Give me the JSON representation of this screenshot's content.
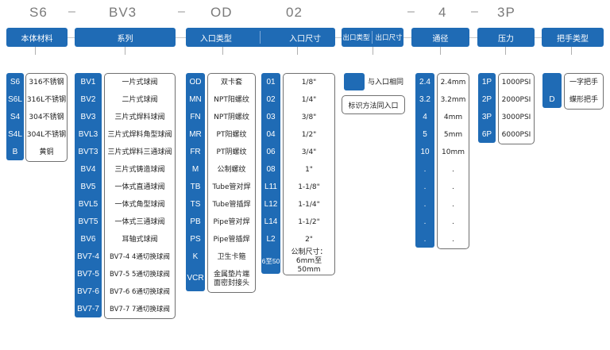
{
  "top_codes": [
    "S6",
    "BV3",
    "OD",
    "02",
    "4",
    "3P"
  ],
  "headers": {
    "body_material": "本体材料",
    "series": "系列",
    "inlet_type": "入口类型",
    "inlet_size": "入口尺寸",
    "outlet_type": "出口类型",
    "outlet_size": "出口尺寸",
    "bore": "通径",
    "pressure": "压力",
    "handle_type": "把手类型"
  },
  "material": {
    "codes": [
      "S6",
      "S6L",
      "S4",
      "S4L",
      "B"
    ],
    "descs": [
      "316不锈钢",
      "316L不锈钢",
      "304不锈钢",
      "304L不锈钢",
      "黄铜"
    ]
  },
  "series": {
    "codes": [
      "BV1",
      "BV2",
      "BV3",
      "BVL3",
      "BVT3",
      "BV4",
      "BV5",
      "BVL5",
      "BVT5",
      "BV6",
      "BV7-4",
      "BV7-5",
      "BV7-6",
      "BV7-7"
    ],
    "descs": [
      "一片式球阀",
      "二片式球阀",
      "三片式焊料球阀",
      "三片式焊料角型球阀",
      "三片式焊料三通球阀",
      "三片式铸造球阀",
      "一体式直通球阀",
      "一体式角型球阀",
      "一体式三通球阀",
      "耳轴式球阀",
      "BV7-4 4通切换球阀",
      "BV7-5 5通切换球阀",
      "BV7-6 6通切换球阀",
      "BV7-7 7通切换球阀"
    ]
  },
  "inlet_type": {
    "codes": [
      "OD",
      "MN",
      "FN",
      "MR",
      "FR",
      "M",
      "TB",
      "TS",
      "PB",
      "PS",
      "K",
      "VCR"
    ],
    "descs": [
      "双卡套",
      "NPT阳螺纹",
      "NPT阴螺纹",
      "PT阳螺纹",
      "PT阴螺纹",
      "公制螺纹",
      "Tube管对焊",
      "Tube管插焊",
      "Pipe管对焊",
      "Pipe管插焊",
      "卫生卡箍",
      "金属垫片端面密封接头"
    ]
  },
  "inlet_size": {
    "codes": [
      "01",
      "02",
      "03",
      "04",
      "06",
      "08",
      "L11",
      "L12",
      "L14",
      "L2",
      "6至50"
    ],
    "descs": [
      "1/8\"",
      "1/4\"",
      "3/8\"",
      "1/2\"",
      "3/4\"",
      "1\"",
      "1-1/8\"",
      "1-1/4\"",
      "1-1/2\"",
      "2\"",
      "公制尺寸：6mm至50mm"
    ]
  },
  "outlet": {
    "same_label": "与入口相同",
    "note": "标识方法同入口"
  },
  "bore": {
    "codes": [
      "2.4",
      "3.2",
      "4",
      "5",
      "10",
      ".",
      ".",
      ".",
      ".",
      "."
    ],
    "descs": [
      "2.4mm",
      "3.2mm",
      "4mm",
      "5mm",
      "10mm",
      ".",
      ".",
      ".",
      ".",
      "."
    ]
  },
  "pressure": {
    "codes": [
      "1P",
      "2P",
      "3P",
      "6P"
    ],
    "descs": [
      "1000PSI",
      "2000PSI",
      "3000PSI",
      "6000PSI"
    ]
  },
  "handle": {
    "codes": [
      "",
      "D"
    ],
    "descs": [
      "一字把手",
      "蝶形把手"
    ]
  }
}
